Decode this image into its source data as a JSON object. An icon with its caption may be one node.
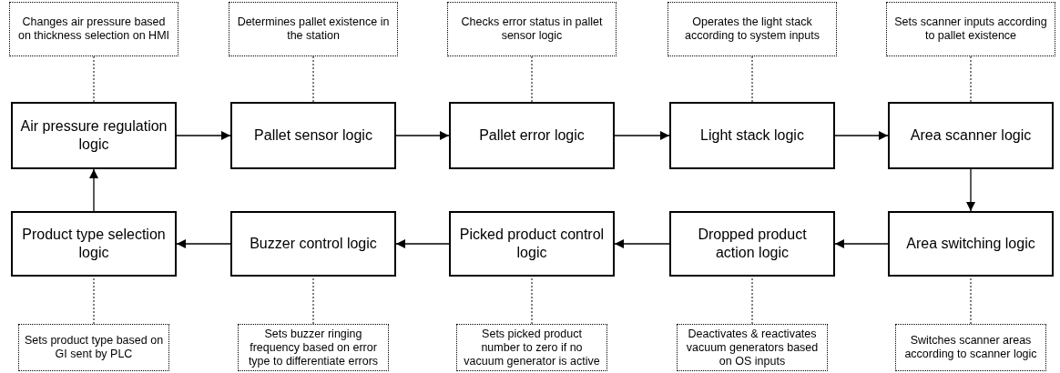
{
  "diagram": {
    "nodes": [
      {
        "text": [
          "Changes air pressure based on thickness selection on HMI"
        ]
      },
      {
        "text": [
          "Determines pallet existence in the station"
        ]
      },
      {
        "text": [
          "Checks error status in pallet sensor logic"
        ]
      },
      {
        "text": [
          "Operates the light stack according to system inputs"
        ]
      },
      {
        "text": [
          "Sets scanner inputs according to pallet existence"
        ]
      },
      {
        "text": [
          "Air pressure regulation logic"
        ]
      },
      {
        "text": [
          "Pallet sensor logic"
        ]
      },
      {
        "text": [
          "Pallet error logic"
        ]
      },
      {
        "text": [
          "Light stack logic"
        ]
      },
      {
        "text": [
          "Area scanner logic"
        ]
      },
      {
        "text": [
          "Product type selection logic"
        ]
      },
      {
        "text": [
          "Buzzer control logic"
        ]
      },
      {
        "text": [
          "Picked product control logic"
        ]
      },
      {
        "text": [
          "Dropped product action logic"
        ]
      },
      {
        "text": [
          "Area switching logic"
        ]
      },
      {
        "text": [
          "Sets product type based on GI sent by PLC"
        ]
      },
      {
        "text": [
          "Sets buzzer ringing frequency based on error type to differentiate errors"
        ]
      },
      {
        "text": [
          "Sets picked product number to zero if no vacuum generator is active"
        ]
      },
      {
        "text": [
          "Deactivates & reactivates vacuum generators based on OS inputs"
        ]
      },
      {
        "text": [
          "Switches scanner areas according to scanner logic"
        ]
      }
    ],
    "edges": [
      {
        "from": 5,
        "to": 6,
        "arrow": "to"
      },
      {
        "from": 6,
        "to": 7,
        "arrow": "to"
      },
      {
        "from": 7,
        "to": 8,
        "arrow": "to"
      },
      {
        "from": 8,
        "to": 9,
        "arrow": "to"
      },
      {
        "from": 9,
        "to": 14,
        "arrow": "to"
      },
      {
        "from": 14,
        "to": 13,
        "arrow": "to"
      },
      {
        "from": 13,
        "to": 12,
        "arrow": "to"
      },
      {
        "from": 12,
        "to": 11,
        "arrow": "to"
      },
      {
        "from": 11,
        "to": 10,
        "arrow": "to"
      },
      {
        "from": 10,
        "to": 5,
        "arrow": "to"
      },
      {
        "from": 0,
        "to": 5,
        "arrow": "none",
        "style": "dashed"
      },
      {
        "from": 1,
        "to": 6,
        "arrow": "none",
        "style": "dashed"
      },
      {
        "from": 2,
        "to": 7,
        "arrow": "none",
        "style": "dashed"
      },
      {
        "from": 3,
        "to": 8,
        "arrow": "none",
        "style": "dashed"
      },
      {
        "from": 4,
        "to": 9,
        "arrow": "none",
        "style": "dashed"
      },
      {
        "from": 15,
        "to": 10,
        "arrow": "none",
        "style": "dashed"
      },
      {
        "from": 16,
        "to": 11,
        "arrow": "none",
        "style": "dashed"
      },
      {
        "from": 17,
        "to": 12,
        "arrow": "none",
        "style": "dashed"
      },
      {
        "from": 18,
        "to": 13,
        "arrow": "none",
        "style": "dashed"
      },
      {
        "from": 19,
        "to": 14,
        "arrow": "none",
        "style": "dashed"
      }
    ]
  }
}
